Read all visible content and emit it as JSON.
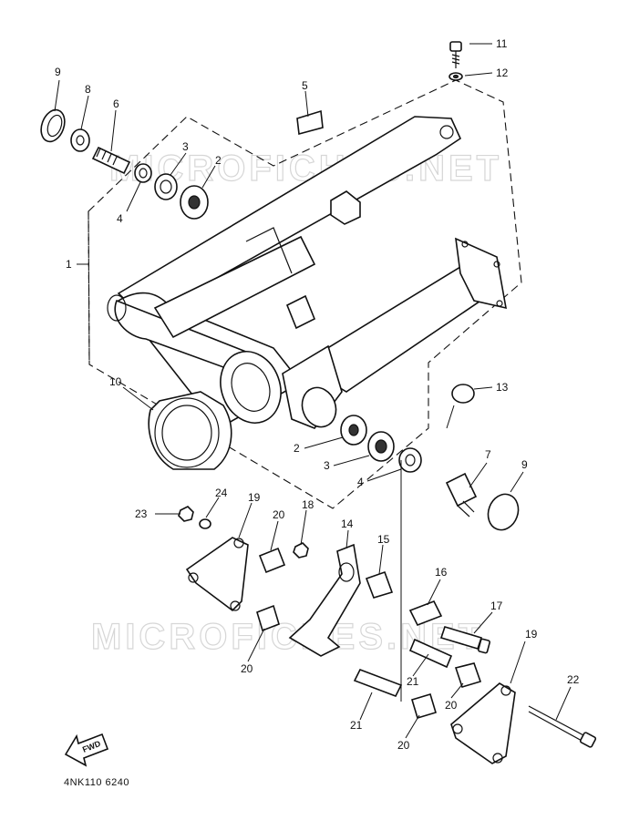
{
  "watermark": "MICROFICHES.NET",
  "diagram_code": "4NK110 6240",
  "fwd_label": "FWD",
  "callouts": {
    "p1": "1",
    "p2a": "2",
    "p2b": "2",
    "p3a": "3",
    "p3b": "3",
    "p4a": "4",
    "p4b": "4",
    "p5": "5",
    "p6": "6",
    "p7": "7",
    "p8": "8",
    "p9a": "9",
    "p9b": "9",
    "p10": "10",
    "p11": "11",
    "p12": "12",
    "p13": "13",
    "p14": "14",
    "p15": "15",
    "p16": "16",
    "p17": "17",
    "p18": "18",
    "p19a": "19",
    "p19b": "19",
    "p20a": "20",
    "p20b": "20",
    "p20c": "20",
    "p20d": "20",
    "p21a": "21",
    "p21b": "21",
    "p22": "22",
    "p23": "23",
    "p24": "24"
  }
}
